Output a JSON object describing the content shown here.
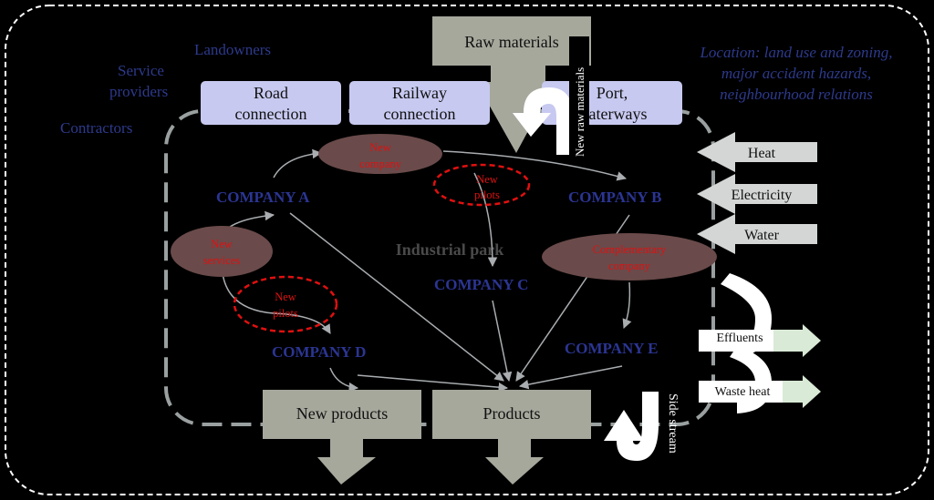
{
  "stakeholders": {
    "landowners": "Landowners",
    "service_providers_line1": "Service",
    "service_providers_line2": "providers",
    "contractors": "Contractors"
  },
  "location_note": {
    "line1": "Location: land use and zoning,",
    "line2": "major accident hazards,",
    "line3": "neighbourhood relations"
  },
  "inputs": {
    "raw_materials": "Raw materials",
    "new_raw_materials": "New raw materials"
  },
  "connections": {
    "road_line1": "Road",
    "road_line2": "connection",
    "railway_line1": "Railway",
    "railway_line2": "connection",
    "port_line1": "Port,",
    "port_line2": "waterways"
  },
  "utilities": {
    "heat": "Heat",
    "electricity": "Electricity",
    "water": "Water"
  },
  "outflows": {
    "effluents": "Effluents",
    "waste_heat": "Waste heat",
    "side_stream": "Side stream"
  },
  "park_label": "Industrial park",
  "companies": {
    "a": "COMPANY A",
    "b": "COMPANY B",
    "c": "COMPANY C",
    "d": "COMPANY D",
    "e": "COMPANY E"
  },
  "bubbles": {
    "new_company_line1": "New",
    "new_company_line2": "company",
    "new_services_line1": "New",
    "new_services_line2": "services",
    "complementary_line1": "Complementary",
    "complementary_line2": "company",
    "pilots_top_line1": "New",
    "pilots_top_line2": "pilots",
    "pilots_left_line1": "New",
    "pilots_left_line2": "pilots"
  },
  "outputs": {
    "new_products": "New products",
    "products": "Products"
  },
  "colors": {
    "background": "#000000",
    "lavender_box": "#c7c9f0",
    "grey_box": "#a6a89c",
    "utility_arrow": "#d3d6d4",
    "bubble_fill": "#6a4a4a",
    "company_text": "#2b3593",
    "bubble_text": "#e01010",
    "outline_dashes": "#ffffff",
    "park_dashes": "#9aa0a0",
    "outflow_arrow_tip": "#d9ead6"
  }
}
